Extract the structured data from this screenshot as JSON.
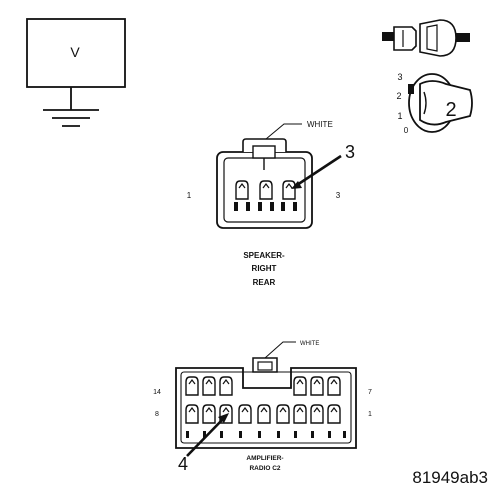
{
  "voltmeter": {
    "symbol": "V"
  },
  "ignition": {
    "positions": [
      "3",
      "2",
      "1",
      "0"
    ],
    "step_number": "2"
  },
  "speaker_connector": {
    "color": "WHITE",
    "pin_first": "1",
    "pin_last": "3",
    "callout": "3",
    "title_line1": "SPEAKER-",
    "title_line2": "RIGHT",
    "title_line3": "REAR"
  },
  "amplifier_connector": {
    "color": "WHITE",
    "pin_top_left": "14",
    "pin_top_right": "7",
    "pin_bottom_left": "8",
    "pin_bottom_right": "1",
    "callout": "4",
    "title_line1": "AMPLIFIER-",
    "title_line2": "RADIO C2"
  },
  "figure_id": "81949ab3"
}
